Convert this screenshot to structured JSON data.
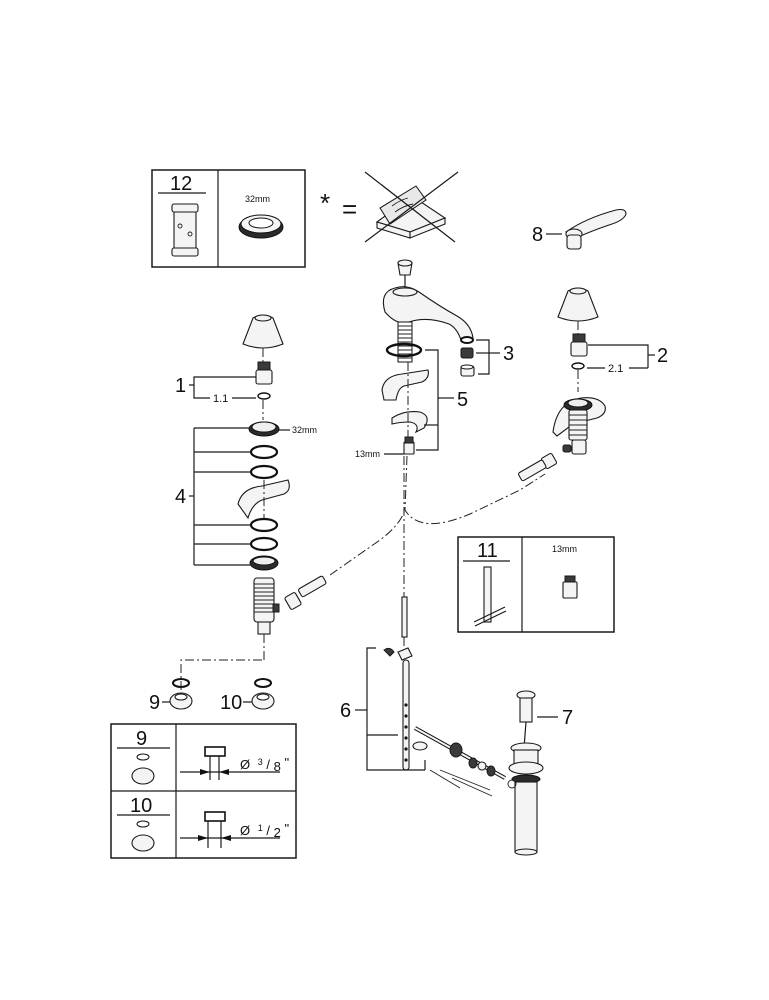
{
  "diagram": {
    "title": "Exploded parts view – three-hole basin mixer",
    "legend_note": {
      "star": "*",
      "equals": "=",
      "crossed_symbol": "crossed-out-accessory-box-icon"
    },
    "tool_box_12": {
      "number": "12",
      "tool": "socket-tool-icon",
      "size_label": "32mm",
      "part": "lock-nut-icon"
    },
    "tool_box_11": {
      "number": "11",
      "tool": "t-handle-wrench-icon",
      "size_label": "13mm",
      "part": "hex-nut-icon"
    },
    "callouts": [
      {
        "id": "1",
        "label": "1",
        "sub": "1.1",
        "desc": "left valve head"
      },
      {
        "id": "2",
        "label": "2",
        "sub": "2.1",
        "desc": "right valve head"
      },
      {
        "id": "3",
        "label": "3",
        "desc": "aerator set"
      },
      {
        "id": "4",
        "label": "4",
        "desc": "left mounting set",
        "size_label": "32mm"
      },
      {
        "id": "5",
        "label": "5",
        "desc": "spout mounting set",
        "size_label": "13mm"
      },
      {
        "id": "6",
        "label": "6",
        "desc": "lift rod linkage"
      },
      {
        "id": "7",
        "label": "7",
        "desc": "pop-up waste"
      },
      {
        "id": "8",
        "label": "8",
        "desc": "lever handle"
      },
      {
        "id": "9",
        "label": "9",
        "desc": "compression fitting 3/8"
      },
      {
        "id": "10",
        "label": "10",
        "desc": "compression fitting 1/2"
      }
    ],
    "fitting_table": {
      "rows": [
        {
          "number": "9",
          "diameter_symbol": "Ø",
          "numerator": "3",
          "denominator": "8",
          "unit": "\""
        },
        {
          "number": "10",
          "diameter_symbol": "Ø",
          "numerator": "1",
          "denominator": "2",
          "unit": "\""
        }
      ]
    }
  }
}
